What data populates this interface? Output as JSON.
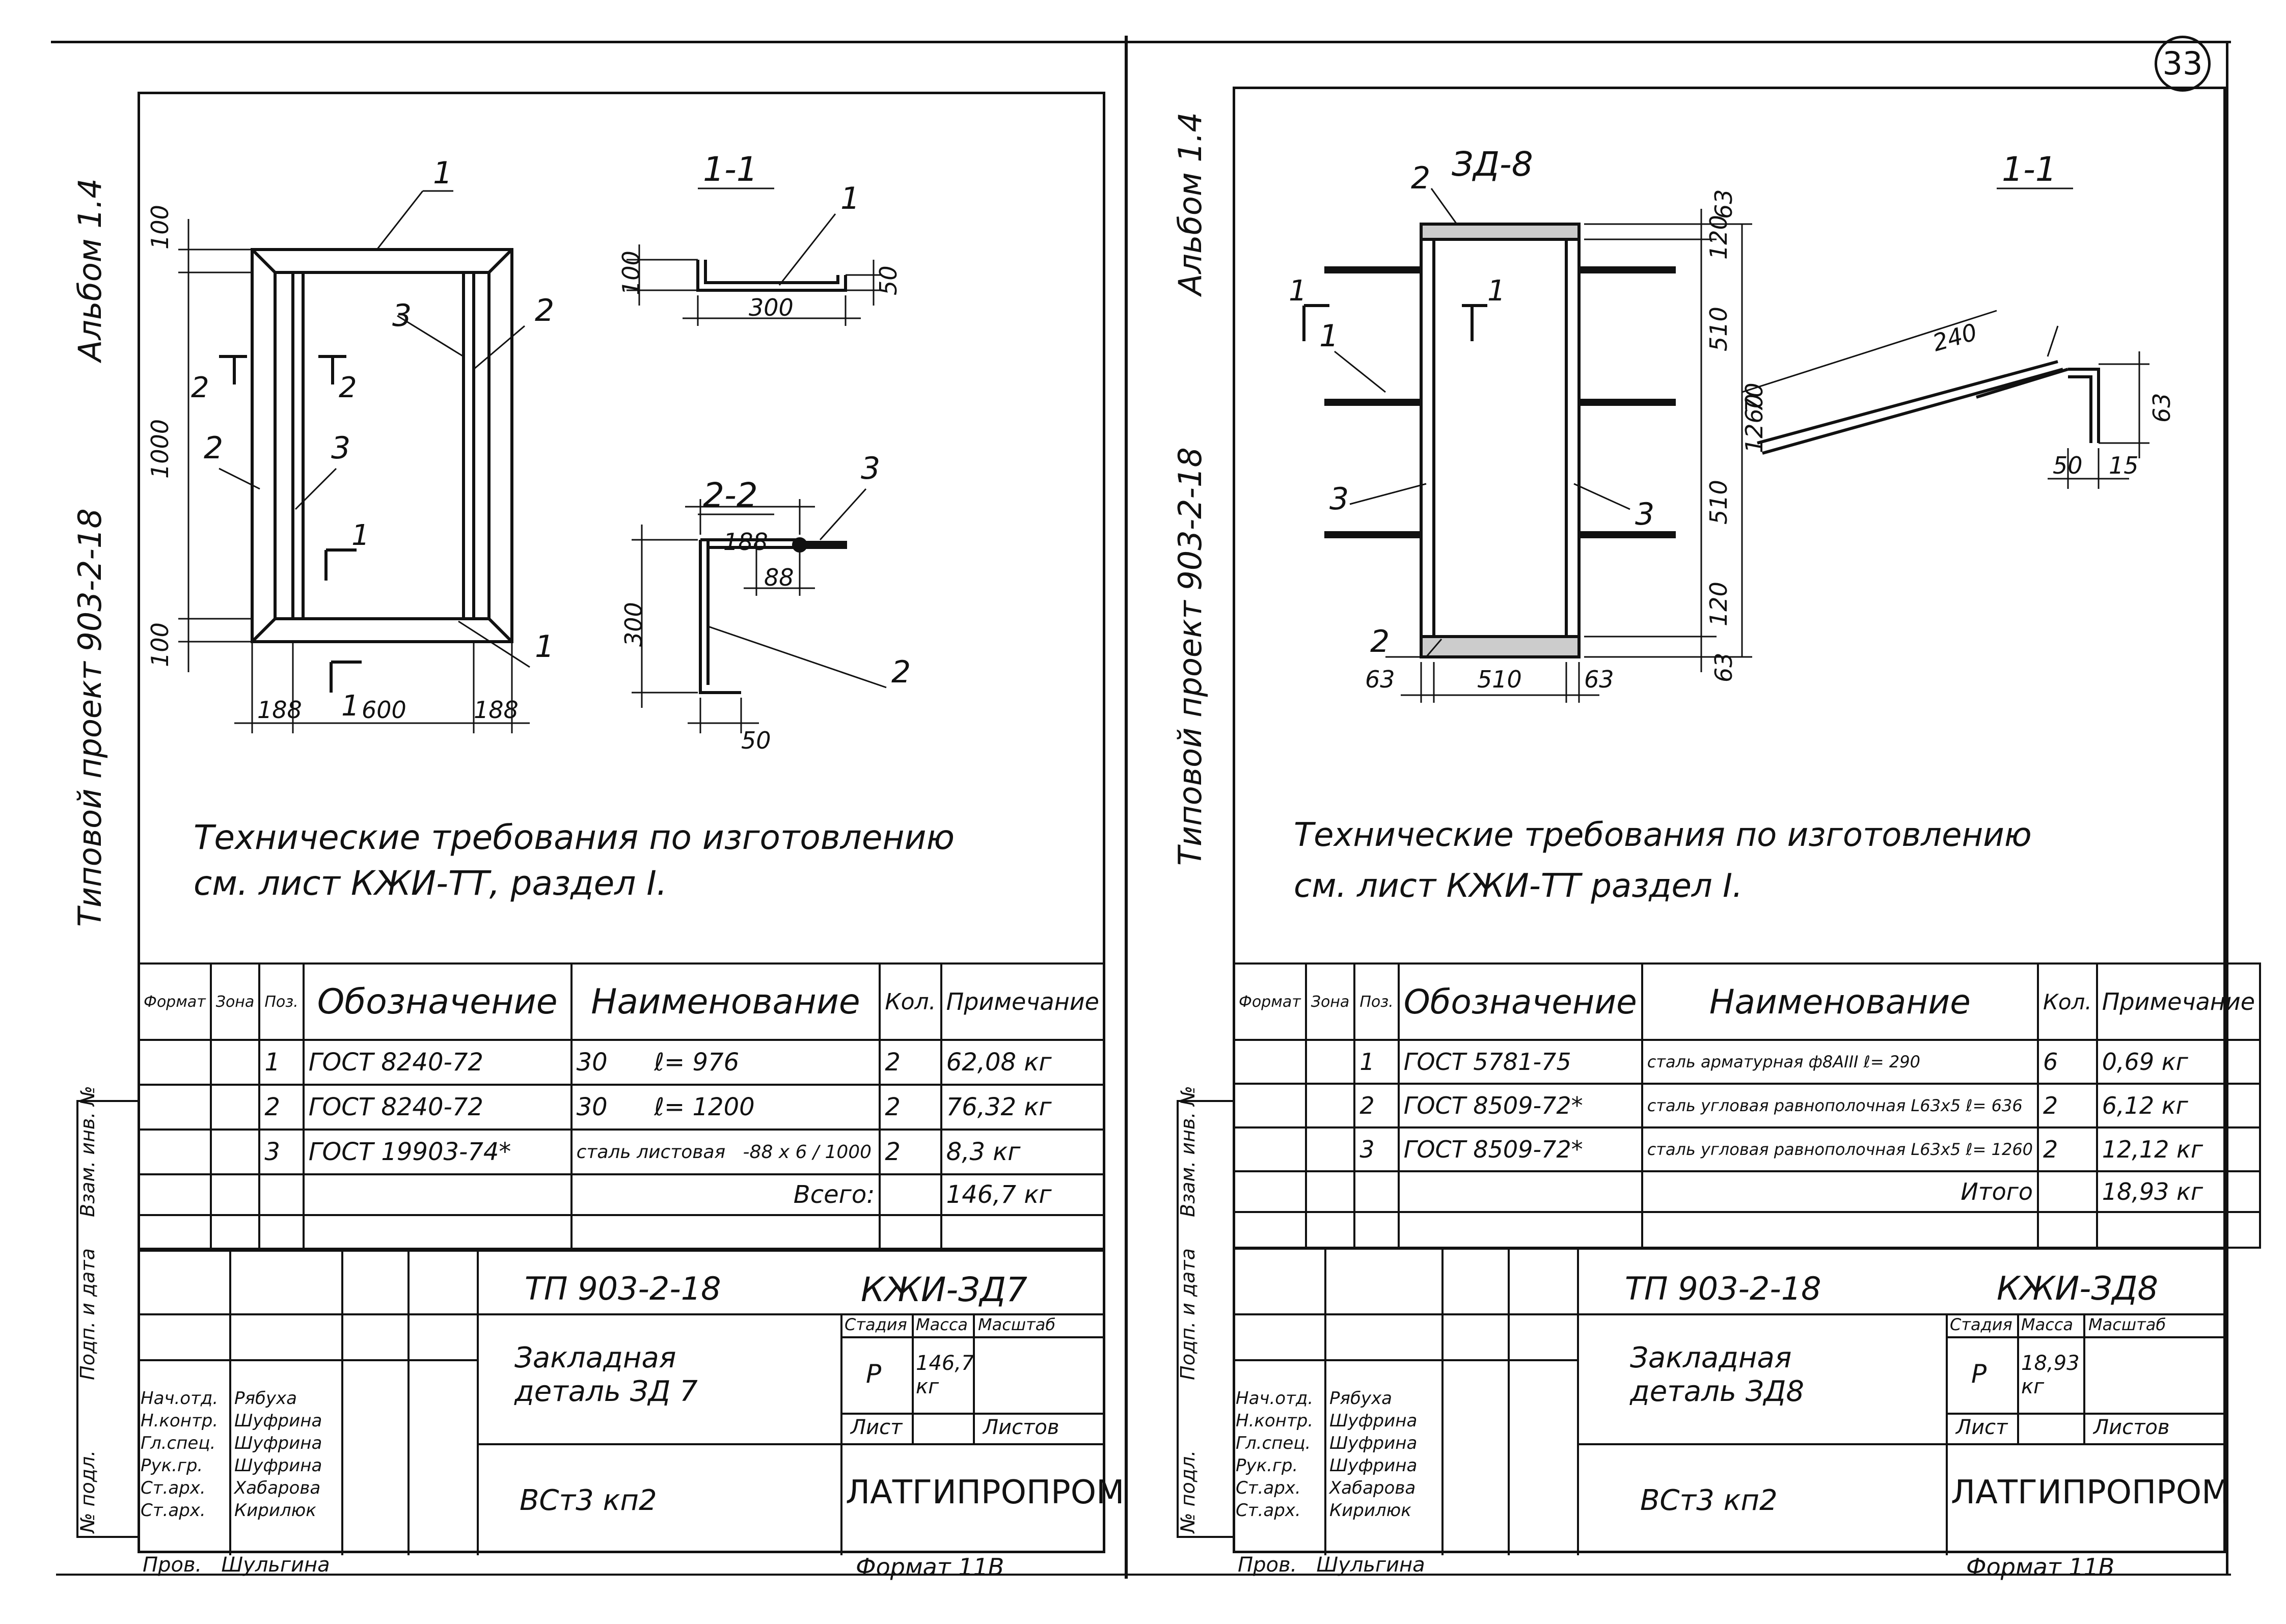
{
  "page_number": "33",
  "sheets": [
    {
      "album": "Альбом 1.4",
      "project": "Типовой проект 903-2-18",
      "drawing": {
        "section_1_label": "1-1",
        "section_2_label": "2-2",
        "dims_frame": [
          "100",
          "1000",
          "100",
          "188",
          "600",
          "188"
        ],
        "dims_s11": [
          "100",
          "300",
          "50"
        ],
        "dims_s22": [
          "188",
          "88",
          "300",
          "50"
        ],
        "marks": [
          "1",
          "2",
          "3"
        ],
        "cut_marks": [
          "2",
          "2",
          "1",
          "1"
        ]
      },
      "tech_req_line1": "Технические требования по изготовлению",
      "tech_req_line2": "см. лист КЖИ-ТТ, раздел I.",
      "table": {
        "side_headers": [
          "Формат",
          "Зона",
          "Поз."
        ],
        "headers": [
          "Обозначение",
          "Наименование",
          "Кол.",
          "Примечание"
        ],
        "rows": [
          {
            "pos": "1",
            "code": "ГОСТ 8240-72",
            "name_a": "30",
            "name_b": "ℓ= 976",
            "qty": "2",
            "note": "62,08 кг"
          },
          {
            "pos": "2",
            "code": "ГОСТ 8240-72",
            "name_a": "30",
            "name_b": "ℓ= 1200",
            "qty": "2",
            "note": "76,32 кг"
          },
          {
            "pos": "3",
            "code": "ГОСТ 19903-74*",
            "name_a": "сталь листовая",
            "name_b": "-88 x 6 / 1000",
            "qty": "2",
            "note": "8,3 кг"
          }
        ],
        "total_label": "Всего:",
        "total_value": "146,7 кг"
      },
      "titleblock": {
        "doc_code": "ТП 903-2-18",
        "sheet_code": "КЖИ-ЗД7",
        "name": "Закладная деталь ЗД 7",
        "material": "ВСт3 кп2",
        "stage_header": "Стадия",
        "mass_header": "Масса",
        "scale_header": "Масштаб",
        "stage": "Р",
        "mass": "146,7 кг",
        "sheet_header": "Лист",
        "sheets_header": "Листов",
        "org": "ЛАТГИПРОПРОМ",
        "format": "Формат 11В",
        "roles": [
          "Нач.отд.",
          "Н.контр.",
          "Гл.спец.",
          "Рук.гр.",
          "Ст.арх.",
          "Ст.арх."
        ],
        "people": [
          "Рябуха",
          "Шуфрина",
          "Шуфрина",
          "Шуфрина",
          "Хабарова",
          "Кирилюк"
        ],
        "checker_role": "Пров.",
        "checker": "Шульгина",
        "side_stamps": [
          "Взам. инв. №",
          "Подп. и дата",
          "№ подл."
        ]
      }
    },
    {
      "album": "Альбом 1.4",
      "project": "Типовой проект 903-2-18",
      "drawing": {
        "view_label": "ЗД-8",
        "section_label": "1-1",
        "dims_plate": [
          "63",
          "120",
          "510",
          "510",
          "120",
          "63",
          "1260",
          "63",
          "510",
          "63"
        ],
        "dims_section": [
          "240",
          "70",
          "50",
          "15",
          "63"
        ],
        "marks": [
          "2",
          "1",
          "3",
          "3",
          "2"
        ],
        "cut_marks": [
          "1",
          "1"
        ]
      },
      "tech_req_line1": "Технические требования по изготовлению",
      "tech_req_line2": "см. лист КЖИ-ТТ раздел I.",
      "table": {
        "side_headers": [
          "Формат",
          "Зона",
          "Поз."
        ],
        "headers": [
          "Обозначение",
          "Наименование",
          "Кол.",
          "Примечание"
        ],
        "rows": [
          {
            "pos": "1",
            "code": "ГОСТ 5781-75",
            "name_a": "сталь арматурная ф8АIII",
            "name_b": "ℓ= 290",
            "qty": "6",
            "note": "0,69 кг"
          },
          {
            "pos": "2",
            "code": "ГОСТ 8509-72*",
            "name_a": "сталь угловая равнополочная",
            "name_b": "L63x5 ℓ= 636",
            "qty": "2",
            "note": "6,12 кг"
          },
          {
            "pos": "3",
            "code": "ГОСТ 8509-72*",
            "name_a": "сталь угловая равнополочная",
            "name_b": "L63x5 ℓ= 1260",
            "qty": "2",
            "note": "12,12 кг"
          }
        ],
        "total_label": "Итого",
        "total_value": "18,93 кг"
      },
      "titleblock": {
        "doc_code": "ТП 903-2-18",
        "sheet_code": "КЖИ-ЗД8",
        "name": "Закладная деталь ЗД8",
        "material": "ВСт3 кп2",
        "stage_header": "Стадия",
        "mass_header": "Масса",
        "scale_header": "Масштаб",
        "stage": "Р",
        "mass": "18,93 кг",
        "sheet_header": "Лист",
        "sheets_header": "Листов",
        "org": "ЛАТГИПРОПРОМ",
        "format": "Формат 11В",
        "roles": [
          "Нач.отд.",
          "Н.контр.",
          "Гл.спец.",
          "Рук.гр.",
          "Ст.арх.",
          "Ст.арх."
        ],
        "people": [
          "Рябуха",
          "Шуфрина",
          "Шуфрина",
          "Шуфрина",
          "Хабарова",
          "Кирилюк"
        ],
        "checker_role": "Пров.",
        "checker": "Шульгина",
        "side_stamps": [
          "Взам. инв. №",
          "Подп. и дата",
          "№ подл."
        ]
      }
    }
  ]
}
